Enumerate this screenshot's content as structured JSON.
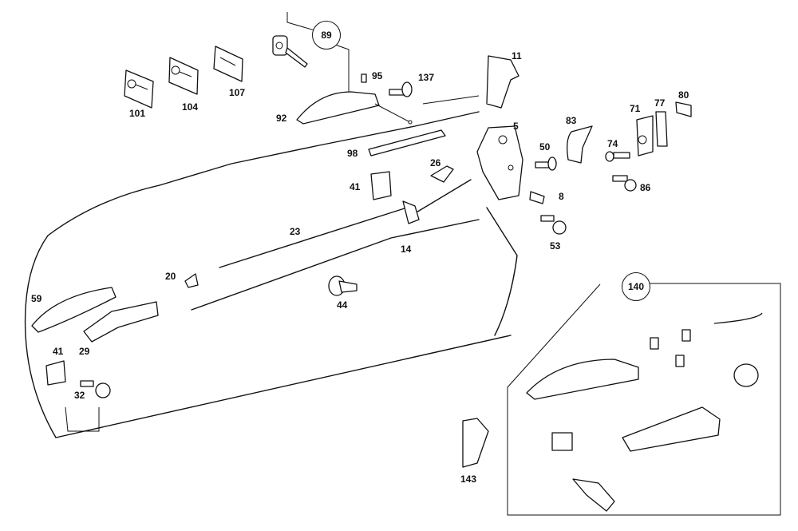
{
  "diagram": {
    "type": "exploded parts diagram",
    "subject": "car door lock and handle assembly",
    "callouts": {
      "p5": "5",
      "p8": "8",
      "p11": "11",
      "p14": "14",
      "p20": "20",
      "p23": "23",
      "p26": "26",
      "p29": "29",
      "p32": "32",
      "p41a": "41",
      "p41b": "41",
      "p44": "44",
      "p50": "50",
      "p53": "53",
      "p59": "59",
      "p71": "71",
      "p74": "74",
      "p77": "77",
      "p80": "80",
      "p83": "83",
      "p86": "86",
      "p89": "89",
      "p92": "92",
      "p95": "95",
      "p98": "98",
      "p101": "101",
      "p104": "104",
      "p107": "107",
      "p137": "137",
      "p140": "140",
      "p143": "143"
    }
  }
}
